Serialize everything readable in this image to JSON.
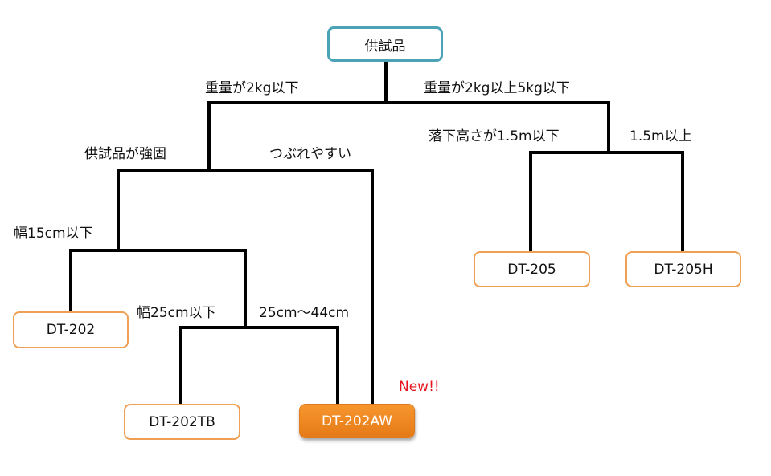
{
  "root": "供試品",
  "branches": {
    "weight_light": "重量が2kg以下",
    "weight_mid": "重量が2kg以上5kg以下",
    "drop_low": "落下高さが1.5m以下",
    "drop_high": "1.5m以上",
    "sturdy": "供試品が強固",
    "fragile": "つぶれやすい",
    "width15": "幅15cm以下",
    "width25": "幅25cm以下",
    "width25_44": "25cm〜44cm"
  },
  "products": {
    "dt202": "DT-202",
    "dt202tb": "DT-202TB",
    "dt202aw": "DT-202AW",
    "dt205": "DT-205",
    "dt205h": "DT-205H"
  },
  "badge_new": "New!!",
  "colors": {
    "root_border": "#4ba3b5",
    "leaf_border": "#f0a055",
    "highlight": "#f08a24",
    "new": "#e8141c"
  }
}
